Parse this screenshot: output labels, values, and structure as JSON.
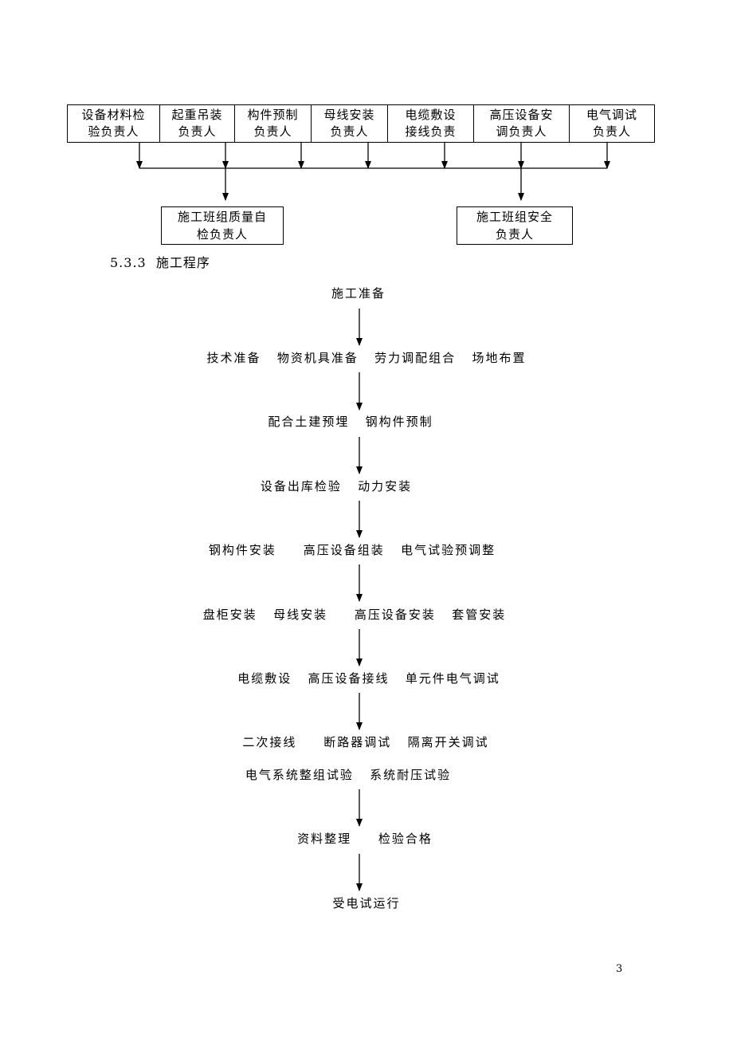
{
  "org_chart": {
    "roles": [
      "设备材料检\n验负责人",
      "起重吊装\n负责人",
      "构件预制\n负责人",
      "母线安装\n负责人",
      "电缆敷设\n接线负责",
      "高压设备安\n调负责人",
      "电气调试\n负责人"
    ],
    "quality_lead": "施工班组质量自\n检负责人",
    "safety_lead": "施工班组安全\n负责人"
  },
  "section": {
    "number": "5.3.3",
    "title": "施工程序"
  },
  "procedure": {
    "start": "施工准备",
    "step1": "技术准备   物资机具准备   劳力调配组合   场地布置",
    "step2": "配合土建预埋   钢构件预制",
    "step3": "设备出库检验   动力安装",
    "step4": "钢构件安装     高压设备组装   电气试验预调整",
    "step5": "盘柜安装   母线安装     高压设备安装   套管安装",
    "step6": "电缆敷设   高压设备接线   单元件电气调试",
    "step7a": "二次接线     断路器调试   隔离开关调试",
    "step7b": "电气系统整组试验   系统耐压试验",
    "step8": "资料整理     检验合格",
    "end": "受电试运行"
  },
  "page_number": "3"
}
